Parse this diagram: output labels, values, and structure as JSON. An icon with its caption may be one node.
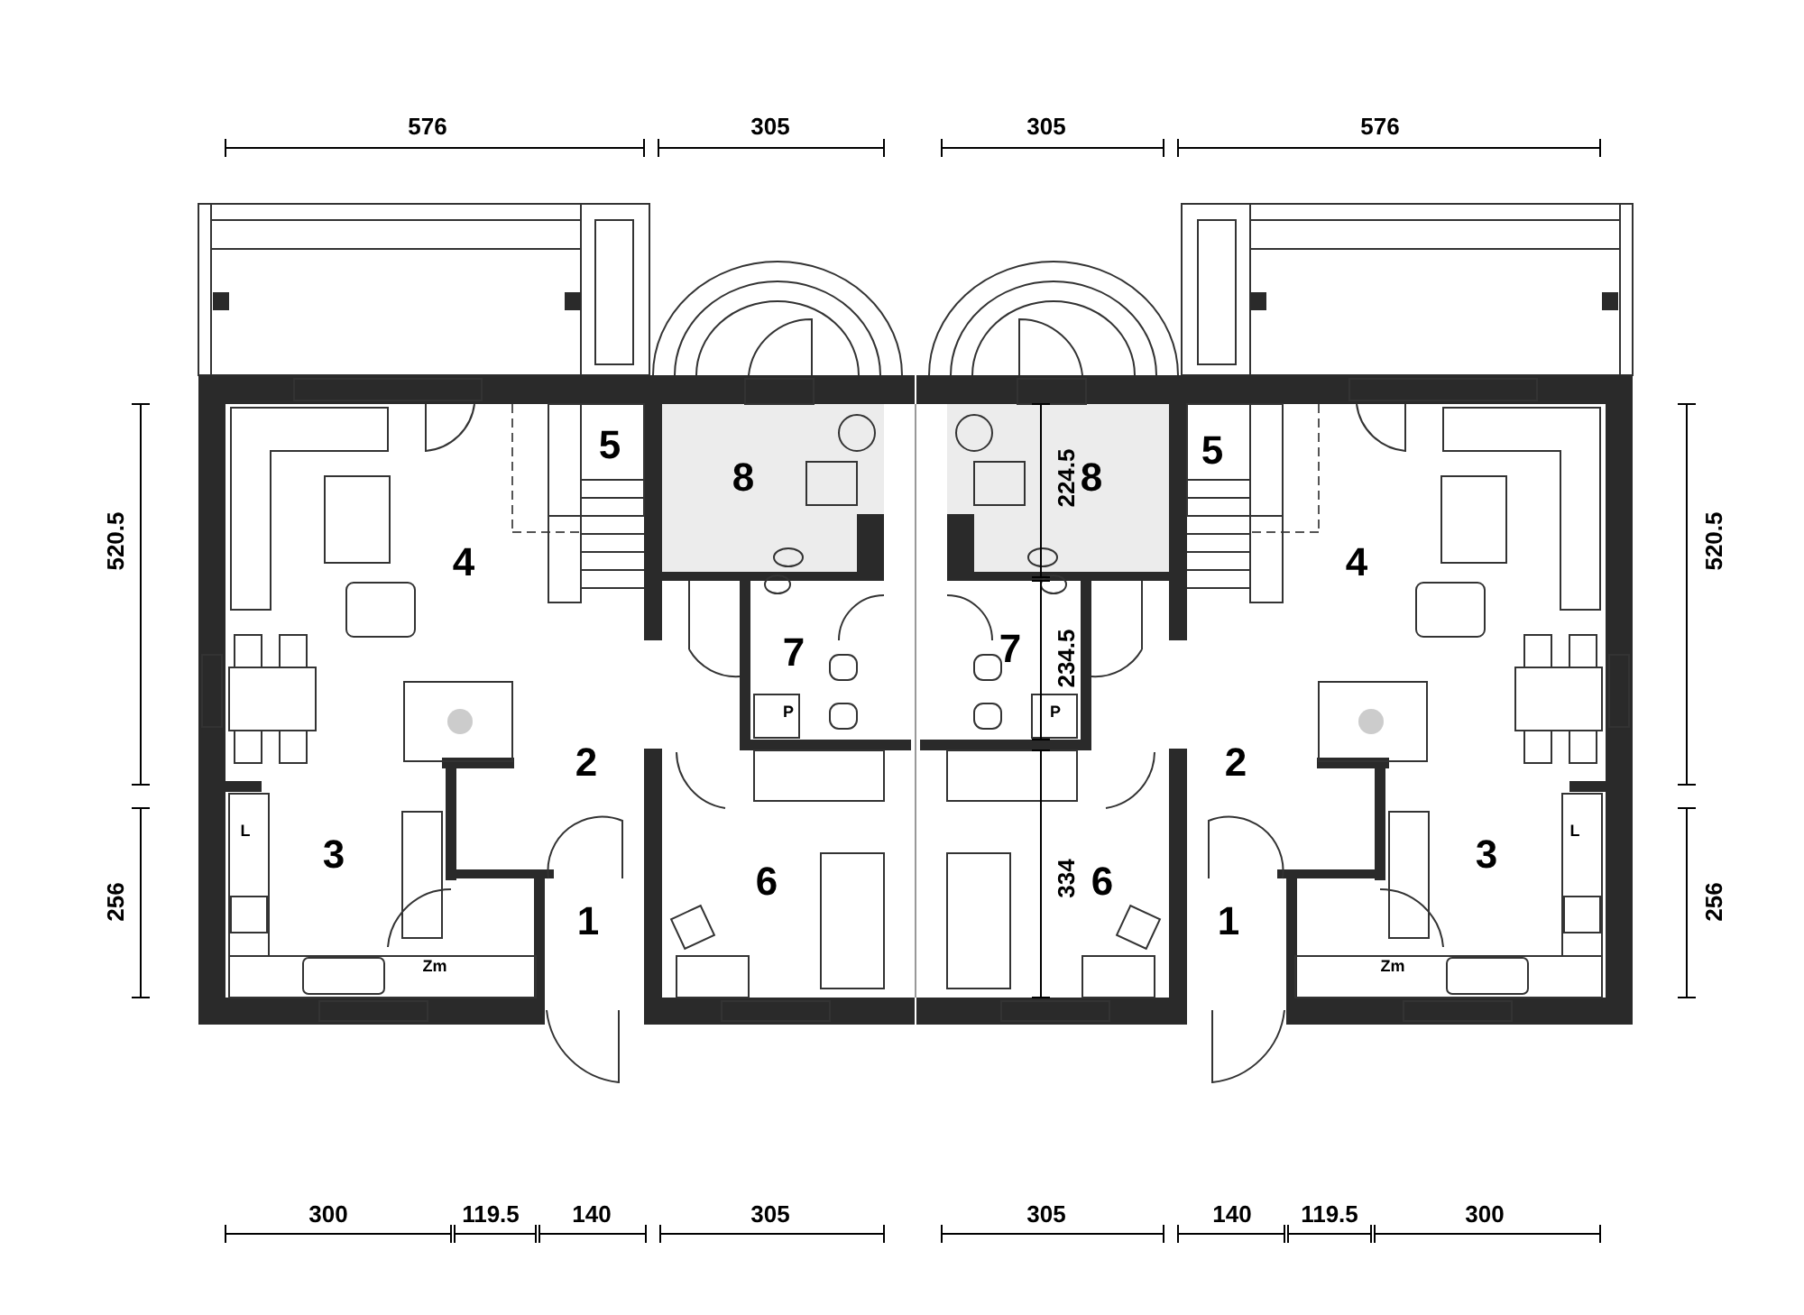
{
  "diagram": {
    "labels": [
      "576",
      "305",
      "305",
      "576",
      "520.5",
      "256",
      "520.5",
      "256",
      "224.5",
      "234.5",
      "334",
      "5",
      "8",
      "4",
      "7",
      "2",
      "3",
      "1",
      "6",
      "8",
      "5",
      "4",
      "7",
      "2",
      "6",
      "1",
      "3",
      "P",
      "L",
      "Zm",
      "P",
      "L",
      "Zm",
      "300",
      "119.5",
      "140",
      "305",
      "305",
      "140",
      "119.5",
      "300"
    ]
  }
}
